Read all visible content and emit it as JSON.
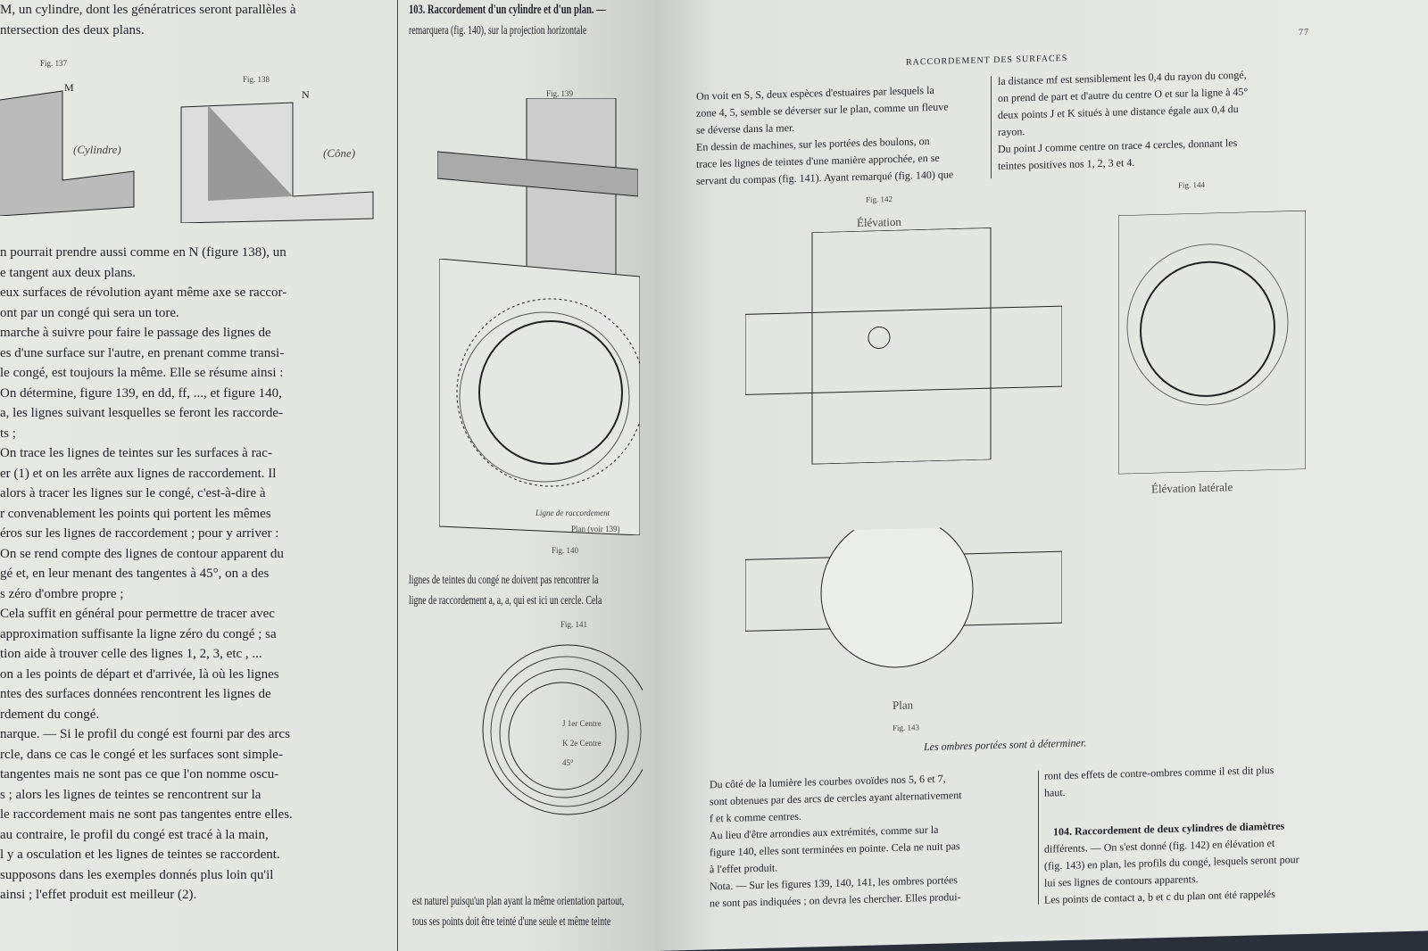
{
  "left_page": {
    "col1_lines": [
      "M, un cylindre, dont les génératrices seront parallèles à",
      "ntersection des deux plans."
    ],
    "fig137": "Fig. 137",
    "fig137_label": "M",
    "fig137_text": "(Cylindre)",
    "fig138": "Fig. 138",
    "fig138_label": "N",
    "fig138_text": "(Cône)",
    "body_lines": [
      "n pourrait prendre aussi comme en N (figure 138), un",
      "e tangent aux deux plans.",
      "eux surfaces de révolution ayant même axe se raccor-",
      "ont par un congé qui sera un tore.",
      "marche à suivre pour faire le passage des lignes de",
      "es d'une surface sur l'autre, en prenant comme transi-",
      "le congé, est toujours la même. Elle se résume ainsi :",
      "On détermine, figure 139, en dd, ff, ..., et figure 140,",
      "a, les lignes suivant lesquelles se feront les raccorde-",
      "ts ;",
      "On trace les lignes de teintes sur les surfaces à rac-",
      "er (1) et on les arrête aux lignes de raccordement. Il",
      "alors à tracer les lignes sur le congé, c'est-à-dire à",
      "r convenablement les points qui portent les mêmes",
      "éros sur les lignes de raccordement ; pour y arriver :",
      "On se rend compte des lignes de contour apparent du",
      "gé et, en leur menant des tangentes à 45°, on a des",
      "s zéro d'ombre propre ;",
      "Cela suffit en général pour permettre de tracer avec",
      "approximation suffisante la ligne zéro du congé ; sa",
      "tion aide à trouver celle des lignes 1, 2, 3, etc , ...",
      "on a les points de départ et d'arrivée, là où les lignes",
      "ntes des surfaces données rencontrent les lignes de",
      "rdement du congé.",
      "narque. — Si le profil du congé est fourni par des arcs",
      "rcle, dans ce cas le congé et les surfaces sont simple-",
      "tangentes mais ne sont pas ce que l'on nomme oscu-",
      "s ; alors les lignes de teintes se rencontrent sur la",
      "le raccordement mais ne sont pas tangentes entre elles.",
      "au contraire, le profil du congé est tracé à la main,",
      "l y a osculation et les lignes de teintes se raccordent.",
      "supposons dans les exemples donnés plus loin qu'il",
      "ainsi ; l'effet produit est meilleur (2)."
    ],
    "col2_heading": "103. Raccordement d'un cylindre et d'un plan. —",
    "col2_lines": [
      "remarquera (fig. 140), sur la projection horizontale"
    ],
    "fig139": "Fig. 139",
    "fig140": "Fig. 140",
    "fig140_caption": "Ligne de raccordement",
    "fig140_plan": "Plan (voir 139)",
    "col2_mid": [
      "lignes de teintes du congé ne doivent pas rencontrer la",
      "ligne de raccordement a, a, a, qui est ici un cercle. Cela"
    ],
    "fig141": "Fig. 141",
    "fig141_labels": [
      "J 1er Centre",
      "K 2e Centre",
      "45°"
    ],
    "col2_bottom": [
      "est naturel puisqu'un plan ayant la même orientation partout,",
      "tous ses points doit être teinté d'une seule et même teinte"
    ]
  },
  "right_page": {
    "page_number": "77",
    "running_head": "RACCORDEMENT DES SURFACES",
    "top_left": [
      "On voit en S, S, deux espèces d'estuaires par lesquels la",
      "zone 4, 5, semble se déverser sur le plan, comme un fleuve",
      "se déverse dans la mer.",
      "En dessin de machines, sur les portées des boulons, on",
      "trace les lignes de teintes d'une manière approchée, en se",
      "servant du compas (fig. 141). Ayant remarqué (fig. 140) que"
    ],
    "top_right": [
      "la distance mf est sensiblement les 0,4 du rayon du congé,",
      "on prend de part et d'autre du centre O et sur la ligne à 45°",
      "deux points J et K situés à une distance égale aux 0,4 du",
      "rayon.",
      "Du point J comme centre on trace 4 cercles, donnant les",
      "teintes positives nos 1, 2, 3 et 4."
    ],
    "fig142": "Fig. 142",
    "fig143": "Fig. 143",
    "fig144": "Fig. 144",
    "elevation": "Élévation",
    "elevation_laterale": "Élévation latérale",
    "plan": "Plan",
    "caption": "Les ombres portées sont à déterminer.",
    "bottom_left": [
      "Du côté de la lumière les courbes ovoïdes nos 5, 6 et 7,",
      "sont obtenues par des arcs de cercles ayant alternativement",
      "f et k comme centres.",
      "Au lieu d'être arrondies aux extrémités, comme sur la",
      "figure 140, elles sont terminées en pointe. Cela ne nuit pas",
      "à l'effet produit.",
      "Nota. — Sur les figures 139, 140, 141, les ombres portées",
      "ne sont pas indiquées ; on devra les chercher. Elles produi-"
    ],
    "bottom_right_top": [
      "ront des effets de contre-ombres comme il est dit plus",
      "haut."
    ],
    "heading104": "104. Raccordement de deux cylindres de diamètres",
    "bottom_right": [
      "différents. — On s'est donné (fig. 142) en élévation et",
      "(fig. 143) en plan, les profils du congé, lesquels seront pour",
      "lui ses lignes de contours apparents.",
      "Les points de contact a, b et c du plan ont été rappelés"
    ]
  }
}
